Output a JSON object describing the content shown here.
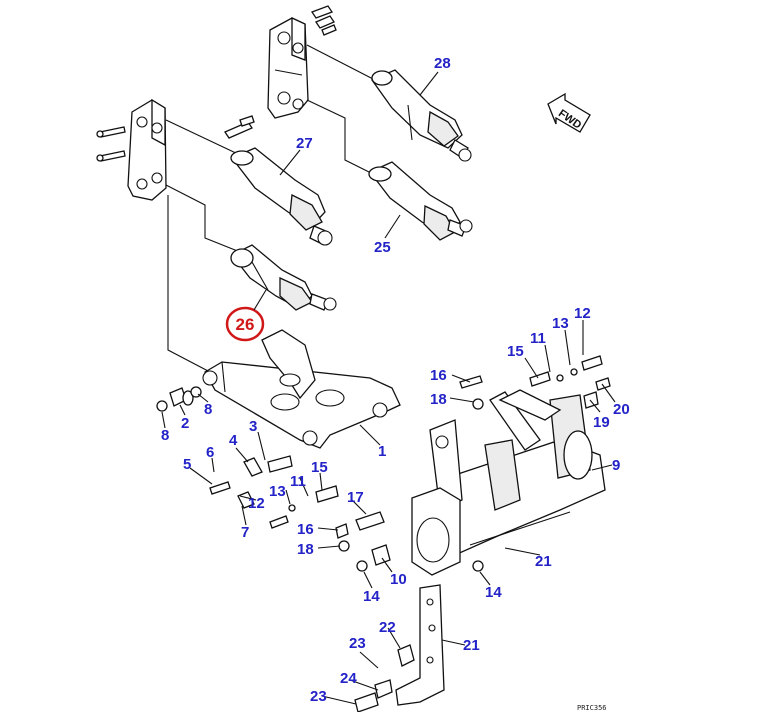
{
  "diagram": {
    "highlight_color": "#d01818",
    "label_color": "#2323c8",
    "forward_arrow_text": "FWD",
    "drawing_code": "PRIC356",
    "highlighted_part": "26",
    "callouts": [
      {
        "id": "c28",
        "text": "28"
      },
      {
        "id": "c27",
        "text": "27"
      },
      {
        "id": "c25",
        "text": "25"
      },
      {
        "id": "c26",
        "text": "26"
      },
      {
        "id": "c12a",
        "text": "12"
      },
      {
        "id": "c11a",
        "text": "11"
      },
      {
        "id": "c13a",
        "text": "13"
      },
      {
        "id": "c15a",
        "text": "15"
      },
      {
        "id": "c16a",
        "text": "16"
      },
      {
        "id": "c18a",
        "text": "18"
      },
      {
        "id": "c20",
        "text": "20"
      },
      {
        "id": "c19",
        "text": "19"
      },
      {
        "id": "c8a",
        "text": "8"
      },
      {
        "id": "c8b",
        "text": "8"
      },
      {
        "id": "c2",
        "text": "2"
      },
      {
        "id": "c1",
        "text": "1"
      },
      {
        "id": "c3",
        "text": "3"
      },
      {
        "id": "c4",
        "text": "4"
      },
      {
        "id": "c6",
        "text": "6"
      },
      {
        "id": "c5",
        "text": "5"
      },
      {
        "id": "c9",
        "text": "9"
      },
      {
        "id": "c12b",
        "text": "12"
      },
      {
        "id": "c7",
        "text": "7"
      },
      {
        "id": "c13b",
        "text": "13"
      },
      {
        "id": "c11b",
        "text": "11"
      },
      {
        "id": "c15b",
        "text": "15"
      },
      {
        "id": "c17",
        "text": "17"
      },
      {
        "id": "c16b",
        "text": "16"
      },
      {
        "id": "c18b",
        "text": "18"
      },
      {
        "id": "c21a",
        "text": "21"
      },
      {
        "id": "c10",
        "text": "10"
      },
      {
        "id": "c14a",
        "text": "14"
      },
      {
        "id": "c14b",
        "text": "14"
      },
      {
        "id": "c21b",
        "text": "21"
      },
      {
        "id": "c22",
        "text": "22"
      },
      {
        "id": "c23a",
        "text": "23"
      },
      {
        "id": "c24",
        "text": "24"
      },
      {
        "id": "c23b",
        "text": "23"
      }
    ]
  }
}
